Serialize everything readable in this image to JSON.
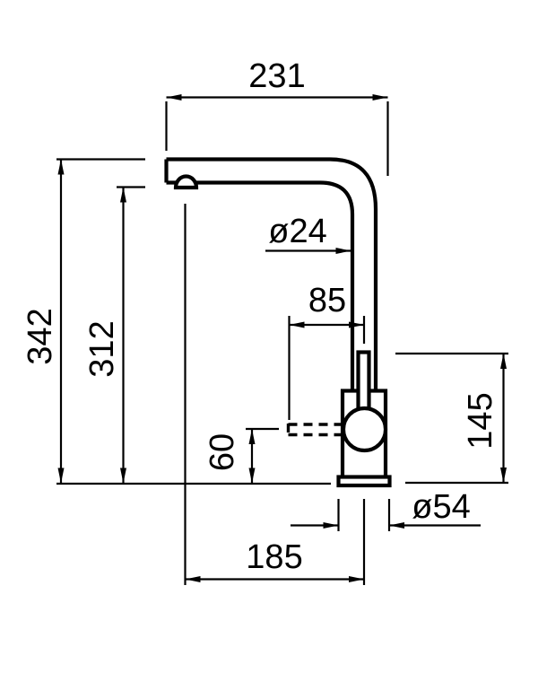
{
  "meta": {
    "type": "technical-dimension-drawing",
    "subject": "kitchen faucet side view with dimensions",
    "unit": "mm"
  },
  "colors": {
    "line": "#000000",
    "background": "#ffffff"
  },
  "labels": {
    "spout_reach_top": "231",
    "overall_height": "342",
    "spout_outlet_height": "312",
    "spout_tube_diameter": "ø24",
    "handle_to_axis": "85",
    "handle_height": "145",
    "lever_clearance": "60",
    "base_diameter": "ø54",
    "outlet_offset": "185"
  }
}
